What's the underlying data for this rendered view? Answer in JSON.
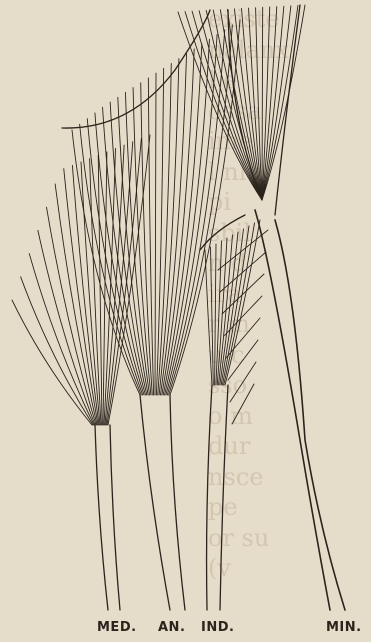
{
  "figure": {
    "labels": {
      "med": "MED.",
      "an": "AN.",
      "ind": "IND.",
      "min": "MIN."
    }
  },
  "background_text": [
    "existe",
    "nalanx",
    "l e",
    "ossa",
    "ime",
    "l nlu",
    "pi",
    "sbil",
    "n d",
    "ira",
    "r m",
    "u c",
    "sso",
    "o m",
    "dur",
    "nsce",
    "pe",
    "or su",
    "(v"
  ]
}
